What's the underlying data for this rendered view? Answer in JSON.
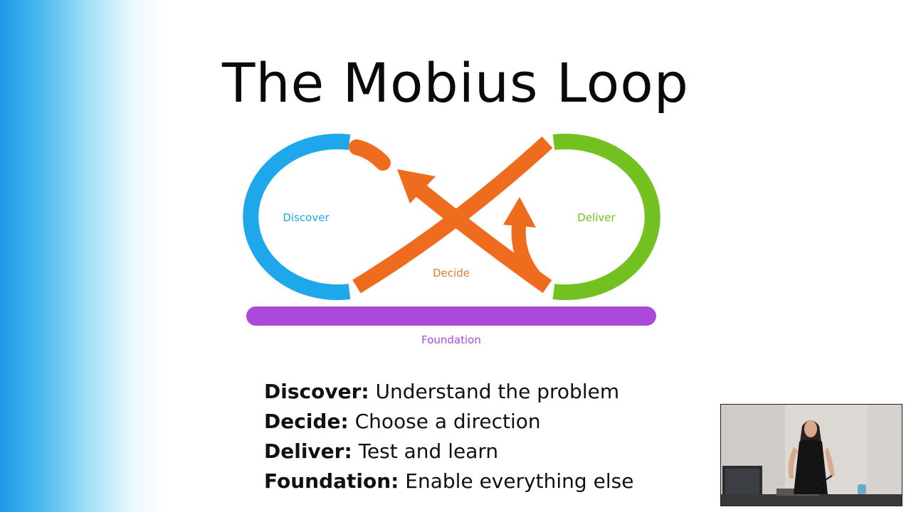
{
  "slide": {
    "title": "The Mobius Loop",
    "diagram": {
      "discover_label": "Discover",
      "decide_label": "Decide",
      "deliver_label": "Deliver",
      "foundation_label": "Foundation",
      "colors": {
        "discover": "#1fa7ec",
        "decide": "#ef6c1f",
        "deliver": "#72c121",
        "foundation": "#ab4ad9"
      }
    },
    "definitions": [
      {
        "term": "Discover:",
        "text": " Understand the problem"
      },
      {
        "term": "Decide:",
        "text": " Choose a direction"
      },
      {
        "term": "Deliver:",
        "text": " Test and learn"
      },
      {
        "term": "Foundation:",
        "text": " Enable everything else"
      }
    ]
  },
  "presenter_video": {
    "icons": [
      "presenter-person-icon",
      "monitor-icon"
    ]
  }
}
